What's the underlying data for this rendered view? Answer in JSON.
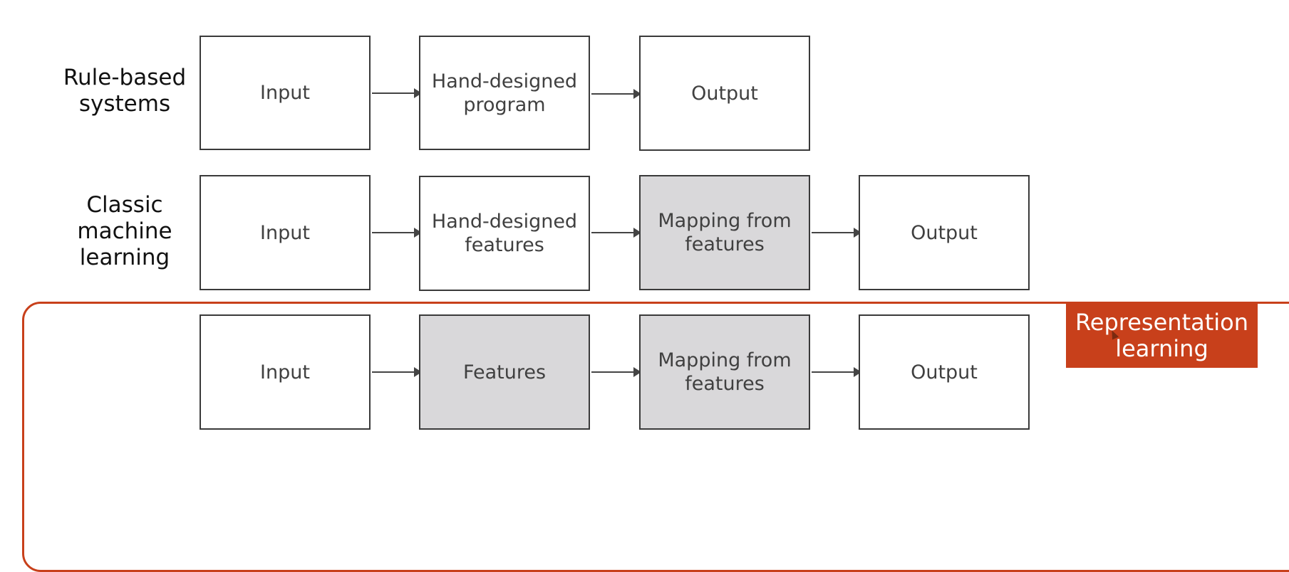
{
  "colors": {
    "box_border": "#3a3a3a",
    "box_text": "#404040",
    "shaded_fill": "#d9d8da",
    "accent": "#c8401b",
    "badge_text": "#ffffff"
  },
  "rows": [
    {
      "label": "Rule-based\nsystems",
      "boxes": [
        "Input",
        "Hand-designed\nprogram",
        "Output"
      ]
    },
    {
      "label": "Classic\nmachine\nlearning",
      "boxes": [
        "Input",
        "Hand-designed\nfeatures",
        "Mapping from\nfeatures",
        "Output"
      ]
    },
    {
      "label": "",
      "boxes": [
        "Input",
        "Features",
        "Mapping from\nfeatures",
        "Output"
      ]
    }
  ],
  "highlight": {
    "label": "Representation\nlearning"
  }
}
